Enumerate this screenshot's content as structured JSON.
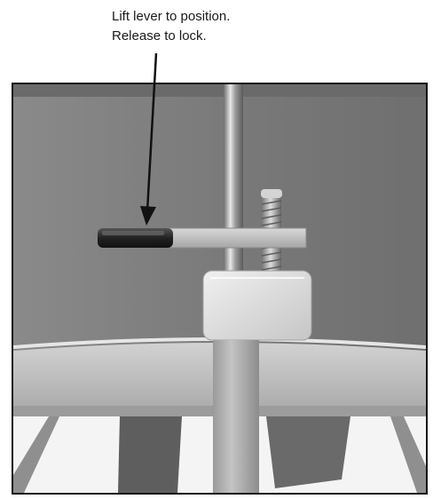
{
  "instruction": {
    "line1": "Lift lever to position.",
    "line2": "Release to lock."
  },
  "photo": {
    "subject": "lever-clamp-on-pole"
  },
  "colors": {
    "background_panel": "#7d7d7d",
    "tray": "#bdbdbd",
    "pole": "#a9a9a9",
    "clamp_block": "#dadada",
    "lever_handle": "#2a2a2a",
    "frame_border": "#111111",
    "text": "#1a1a1a"
  }
}
